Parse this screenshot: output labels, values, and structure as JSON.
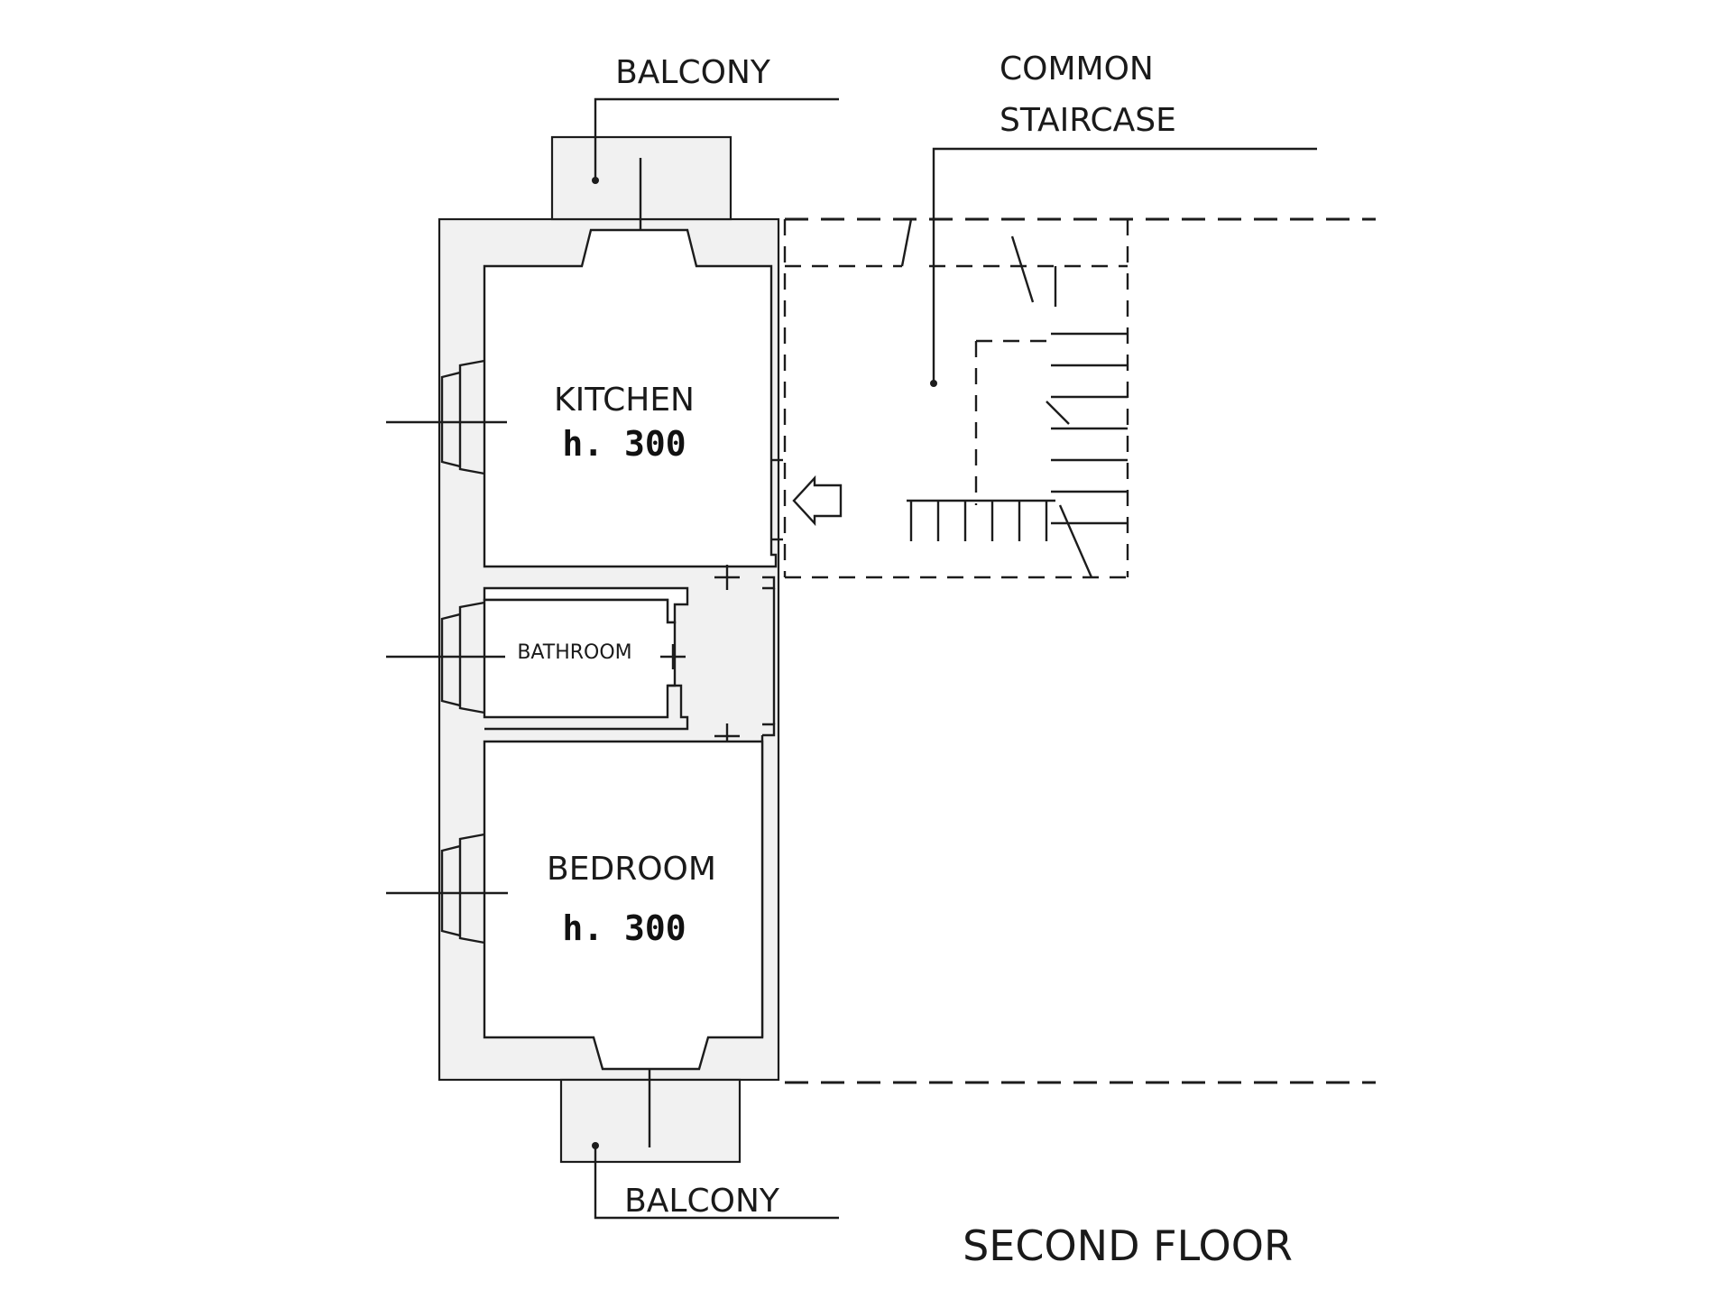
{
  "labels": {
    "balcony_top": "BALCONY",
    "common_staircase_line1": "COMMON",
    "common_staircase_line2": "STAIRCASE",
    "kitchen": "KITCHEN",
    "kitchen_height": "h. 300",
    "bathroom": "BATHROOM",
    "bedroom": "BEDROOM",
    "bedroom_height": "h. 300",
    "balcony_bottom": "BALCONY",
    "floor_title": "SECOND FLOOR"
  },
  "colors": {
    "line": "#1c1c1c",
    "wall_fill": "#f1f1f1",
    "background": "#ffffff"
  },
  "icons": {
    "entrance": "entrance-arrow-icon"
  }
}
